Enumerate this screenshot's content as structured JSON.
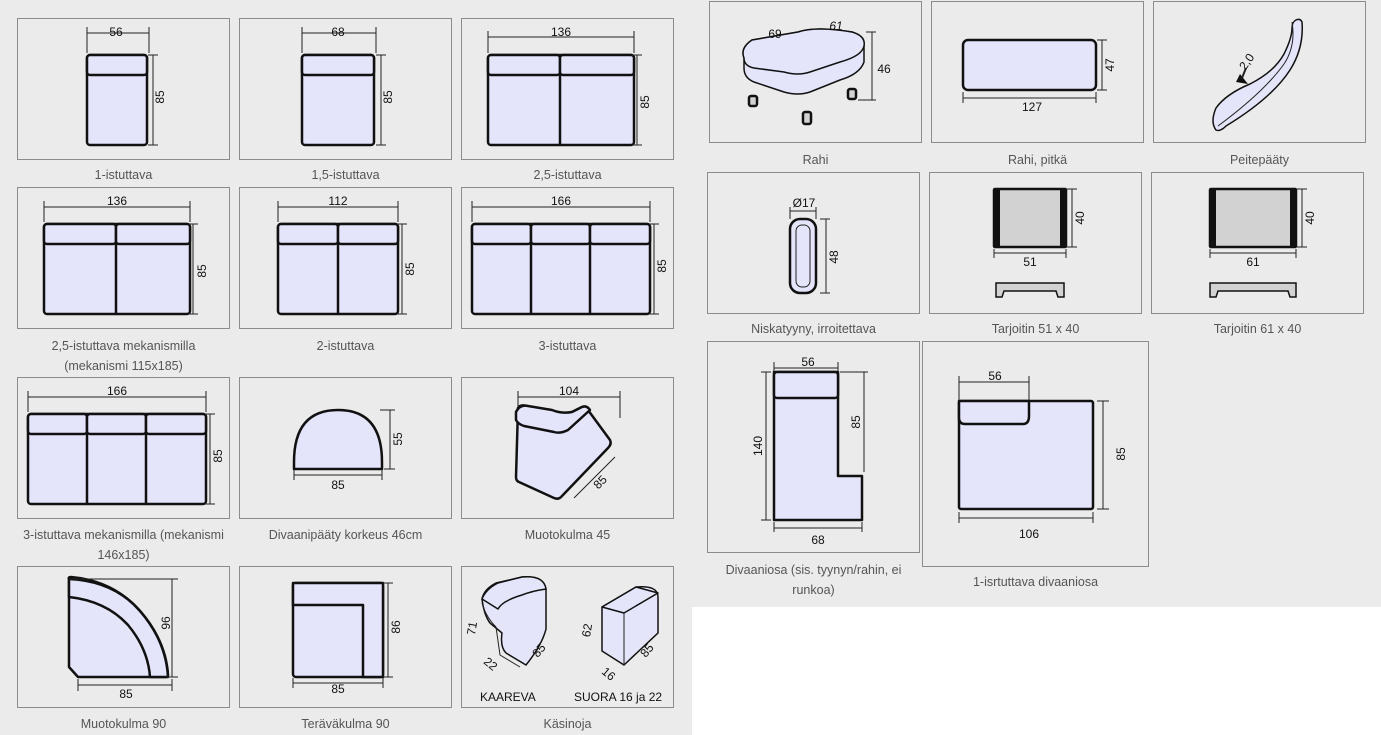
{
  "items": [
    {
      "caption": "1-istuttava",
      "dims": [
        "56",
        "85"
      ]
    },
    {
      "caption": "1,5-istuttava",
      "dims": [
        "68",
        "85"
      ]
    },
    {
      "caption": "2,5-istuttava",
      "dims": [
        "136",
        "85"
      ]
    },
    {
      "caption": "2,5-istuttava mekanismilla (mekanismi 115x185)",
      "dims": [
        "136",
        "85"
      ]
    },
    {
      "caption": "2-istuttava",
      "dims": [
        "112",
        "85"
      ]
    },
    {
      "caption": "3-istuttava",
      "dims": [
        "166",
        "85"
      ]
    },
    {
      "caption": "3-istuttava mekanismilla (mekanismi 146x185)",
      "dims": [
        "166",
        "85"
      ]
    },
    {
      "caption": "Divaanipääty korkeus 46cm",
      "dims": [
        "85",
        "55"
      ]
    },
    {
      "caption": "Muotokulma 45",
      "dims": [
        "104",
        "85"
      ]
    },
    {
      "caption": "Muotokulma 90",
      "dims": [
        "96",
        "85"
      ]
    },
    {
      "caption": "Teräväkulma 90",
      "dims": [
        "86",
        "85"
      ]
    },
    {
      "caption": "Käsinoja",
      "dims": [
        "71",
        "22",
        "85",
        "62",
        "16",
        "85"
      ],
      "labels": [
        "KAAREVA",
        "SUORA 16 ja 22"
      ]
    },
    {
      "caption": "Rahi",
      "dims": [
        "69",
        "61",
        "46"
      ]
    },
    {
      "caption": "Rahi, pitkä",
      "dims": [
        "47",
        "127"
      ]
    },
    {
      "caption": "Peitepääty",
      "dims": [
        "2,0"
      ]
    },
    {
      "caption": "Niskatyyny, irroitettava",
      "dims": [
        "Ø17",
        "48"
      ]
    },
    {
      "caption": "Tarjoitin 51 x 40",
      "dims": [
        "40",
        "51"
      ]
    },
    {
      "caption": "Tarjoitin 61 x 40",
      "dims": [
        "40",
        "61"
      ]
    },
    {
      "caption": "Divaaniosa (sis. tyynyn/rahin, ei runkoa)",
      "dims": [
        "56",
        "140",
        "85",
        "68"
      ]
    },
    {
      "caption": "1-isrtuttava divaaniosa",
      "dims": [
        "56",
        "85",
        "106"
      ]
    }
  ]
}
